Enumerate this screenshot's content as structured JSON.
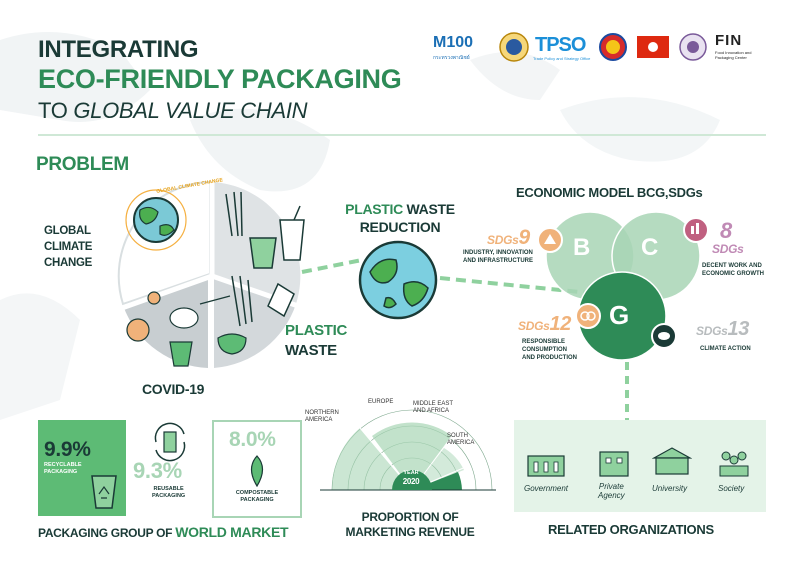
{
  "title": {
    "line1": "INTEGRATING",
    "line2": "ECO-FRIENDLY PACKAGING",
    "line3_prefix": "TO ",
    "line3_em": "GLOBAL VALUE CHAIN"
  },
  "logos": {
    "logo1_text": "M100",
    "logo1_caption": "กระทรวงพาณิชย์",
    "tpso_text": "TPSO",
    "tpso_caption": "Trade Policy and Strategy Office",
    "fin_text": "FIN",
    "fin_caption": "Food Innovation and Packaging Center"
  },
  "problem": {
    "heading": "PROBLEM",
    "global_climate_change": [
      "GLOBAL",
      "CLIMATE",
      "CHANGE"
    ],
    "globe_ring_text": "GLOBAL CLIMATE CHANGE",
    "plastic_waste": [
      "PLASTIC",
      "WASTE"
    ],
    "covid": "COVID-19"
  },
  "reduction": {
    "line1_green": "PLASTIC",
    "line1_rest": " WASTE",
    "line2": "REDUCTION"
  },
  "bcg": {
    "heading": "ECONOMIC MODEL BCG,SDGs",
    "b": "B",
    "c": "C",
    "g": "G",
    "sdg9_prefix": "SDGs",
    "sdg9_num": "9",
    "sdg9_desc": [
      "INDUSTRY, INNOVATION",
      "AND INFRASTRUCTURE"
    ],
    "sdg8_num": "8",
    "sdg8_prefix": "SDGs",
    "sdg8_desc": [
      "DECENT WORK AND",
      "ECONOMIC GROWTH"
    ],
    "sdg12_prefix": "SDGs",
    "sdg12_num": "12",
    "sdg12_desc": [
      "RESPONSIBLE",
      "CONSUMPTION",
      "AND PRODUCTION"
    ],
    "sdg13_prefix": "SDGs",
    "sdg13_num": "13",
    "sdg13_desc": "CLIMATE ACTION"
  },
  "packaging": {
    "recyclable_value": "9.9%",
    "recyclable_label": [
      "RECYCLABLE",
      "PACKAGING"
    ],
    "reusable_value": "9.3%",
    "reusable_label": [
      "REUSABLE",
      "PACKAGING"
    ],
    "compostable_value": "8.0%",
    "compostable_label": [
      "COMPOSTABLE",
      "PACKAGING"
    ],
    "caption_prefix": "PACKAGING GROUP OF ",
    "caption_green": "WORLD MARKET"
  },
  "revenue": {
    "regions": {
      "northern_america": [
        "NORTHERN",
        "AMERICA"
      ],
      "europe": "EUROPE",
      "mea": [
        "MIDDLE EAST",
        "AND AFRICA"
      ],
      "south_america": [
        "SOUTH",
        "AMERICA"
      ]
    },
    "year_label": "YEAR",
    "year": "2020",
    "caption": [
      "PROPORTION OF",
      "MARKETING REVENUE"
    ]
  },
  "organizations": {
    "items": [
      "Government",
      "Private\nAgency",
      "University",
      "Society"
    ],
    "government": "Government",
    "private_line1": "Private",
    "private_line2": "Agency",
    "university": "University",
    "society": "Society",
    "caption": "RELATED ORGANIZATIONS"
  },
  "colors": {
    "dark": "#1a3a36",
    "green": "#2e8b57",
    "light_green": "#a8d5b5",
    "pale_green": "#e4f3e8",
    "orange": "#f0b27a",
    "purple": "#c08ab5",
    "grey": "#b8bcbe"
  }
}
